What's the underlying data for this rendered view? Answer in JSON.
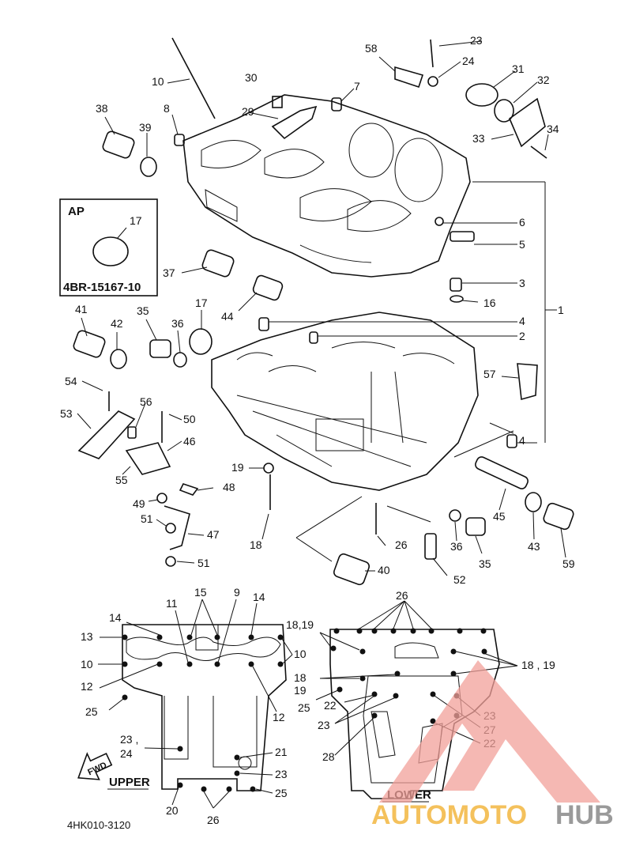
{
  "diagram": {
    "callouts": [
      "1",
      "2",
      "3",
      "4",
      "5",
      "6",
      "7",
      "8",
      "9",
      "10",
      "11",
      "12",
      "13",
      "14",
      "15",
      "16",
      "17",
      "18",
      "19",
      "20",
      "21",
      "22",
      "23",
      "24",
      "25",
      "26",
      "27",
      "28",
      "29",
      "30",
      "31",
      "32",
      "33",
      "34",
      "35",
      "36",
      "37",
      "38",
      "39",
      "40",
      "41",
      "42",
      "43",
      "44",
      "45",
      "46",
      "47",
      "48",
      "49",
      "50",
      "51",
      "52",
      "53",
      "54",
      "55",
      "56",
      "57",
      "58",
      "59"
    ],
    "combo_labels": {
      "c18_19": "18 , 19",
      "c18_19b": "18,19",
      "c23_24": "23 ,",
      "c24": "24"
    },
    "ap_box": {
      "title": "AP",
      "part_no": "4BR-15167-10",
      "item": "17"
    },
    "upper_label": "UPPER",
    "lower_label": "LOWER",
    "fwd_label": "FWD",
    "drawing_code": "4HK010-3120"
  },
  "watermark": {
    "part1": "AUTOMOTO",
    "part2": "HUB",
    "color1": "#f4c15c",
    "color2": "#9a9a9a",
    "triangle_color": "#f2a09a"
  }
}
